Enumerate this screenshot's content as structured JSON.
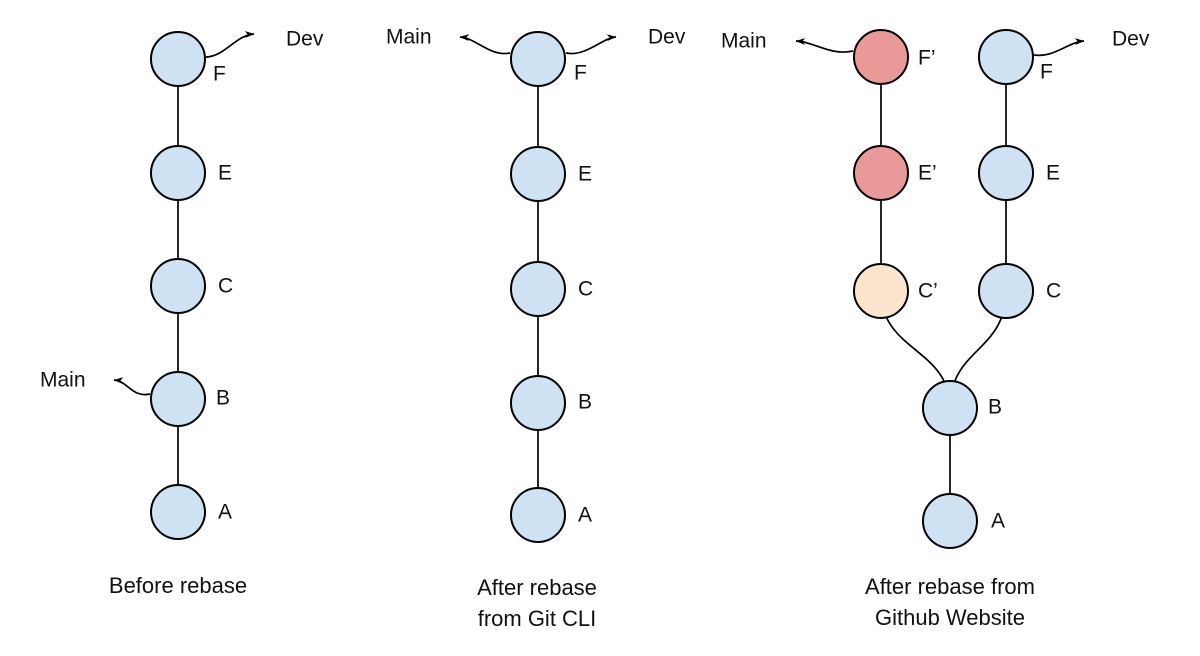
{
  "colors": {
    "commit_blue": "#cfe2f3",
    "commit_red": "#ea9999",
    "commit_orange": "#fce5cd",
    "outline": "#000000",
    "background": "#ffffff"
  },
  "panels": [
    {
      "caption": "Before rebase",
      "branches": {
        "dev": "Dev",
        "main": "Main"
      },
      "nodes": [
        {
          "label": "F"
        },
        {
          "label": "E"
        },
        {
          "label": "C"
        },
        {
          "label": "B"
        },
        {
          "label": "A"
        }
      ]
    },
    {
      "caption": "After rebase\nfrom Git CLI",
      "branches": {
        "main": "Main",
        "dev": "Dev"
      },
      "nodes": [
        {
          "label": "F"
        },
        {
          "label": "E"
        },
        {
          "label": "C"
        },
        {
          "label": "B"
        },
        {
          "label": "A"
        }
      ]
    },
    {
      "caption": "After rebase from\nGithub Website",
      "branches": {
        "main": "Main",
        "dev": "Dev"
      },
      "main_branch_nodes": [
        {
          "label": "F’",
          "color": "red"
        },
        {
          "label": "E’",
          "color": "red"
        },
        {
          "label": "C’",
          "color": "orange"
        }
      ],
      "dev_branch_nodes": [
        {
          "label": "F",
          "color": "blue"
        },
        {
          "label": "E",
          "color": "blue"
        },
        {
          "label": "C",
          "color": "blue"
        }
      ],
      "shared_nodes": [
        {
          "label": "B",
          "color": "blue"
        },
        {
          "label": "A",
          "color": "blue"
        }
      ]
    }
  ]
}
